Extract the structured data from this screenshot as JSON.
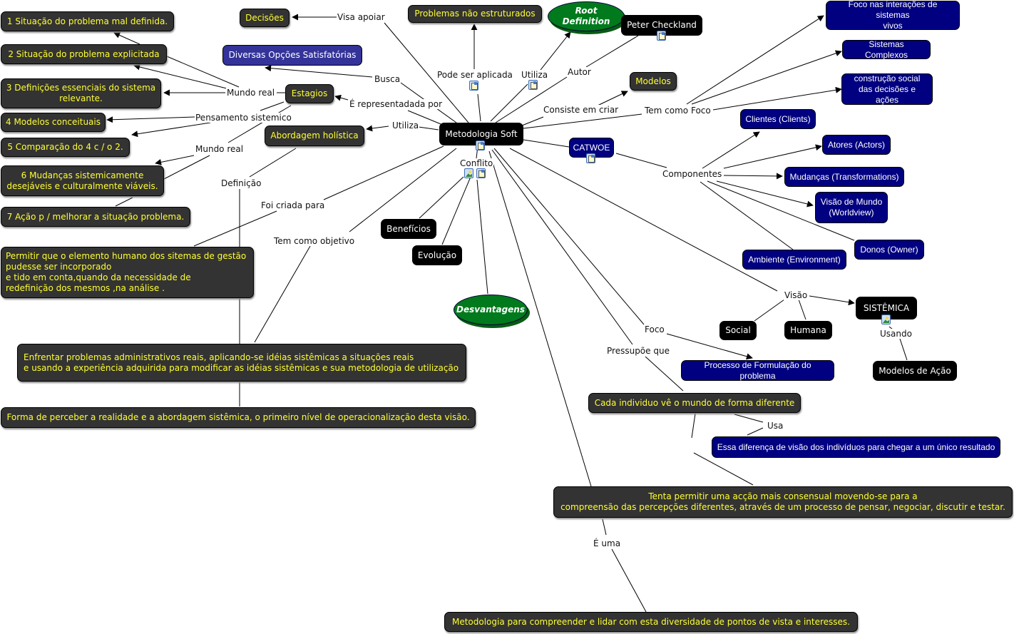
{
  "map_title": "Metodologia Soft",
  "nodes": {
    "s1": "1 Situação do problema mal definida.",
    "s2": "2  Situação do problema explicitada",
    "s3": "3 Definições essenciais do sistema\nrelevante.",
    "s4": "4 Modelos conceituais",
    "s5": "5 Comparação do 4 c / o 2.",
    "s6": "6 Mudanças sistemicamente\ndesejáveis e culturalmente viáveis.",
    "s7": "7 Ação p / melhorar a situação problema.",
    "decisoes": "Decisões",
    "diversas": "Diversas Opções Satisfatórias",
    "estagios": "Estagios",
    "abordagem": "Abordagem holística",
    "problemas": "Problemas  não estruturados",
    "root": "Root Definition",
    "peter": "Peter Checkland",
    "modelos": "Modelos",
    "metodologia": "Metodologia Soft",
    "catwoe": "CATWOE",
    "foco_interacoes": "Foco nas interações de sistemas\nvivos",
    "sistemas_complexos": "Sistemas Complexos",
    "construcao": "construção social\ndas decisões e ações",
    "clientes": "Clientes (Clients)",
    "atores": "Atores (Actors)",
    "mudancas": "Mudanças (Transformations)",
    "visao_mundo": "Visão de Mundo\n(Worldview)",
    "donos": "Donos (Owner)",
    "ambiente": "Ambiente (Environment)",
    "beneficios": "Benefícios",
    "evolucao": "Evolução",
    "desvantagens": "Desvantagens",
    "permitir": "Permitir que o elemento humano dos sitemas de gestão\npudesse ser incorporado\ne tido em conta,quando da necessidade de\nredefinição dos mesmos ,na análise .",
    "enfrentar": "Enfrentar problemas administrativos reais, aplicando-se idéias sistêmicas a situações reais\n e usando a experiência adquirida para modificar as idéias sistêmicas e sua metodologia de utilização",
    "forma": "Forma de perceber a realidade e a abordagem sistêmica, o primeiro nível de operacionalização desta visão.",
    "sistemica": "SISTÊMICA",
    "social": "Social",
    "humana": "Humana",
    "modelos_acao": "Modelos de Ação",
    "processo": "Processo de Formulação do problema",
    "cada": "Cada individuo vê o mundo de forma diferente",
    "essa": "Essa diferença de visão dos indivíduos para  chegar a um único resultado",
    "tenta": "Tenta permitir uma acção mais consensual movendo-se para a\ncompreensão das percepções diferentes, através de um processo de pensar, negociar, discutir e testar.",
    "metodologia_para": "Metodologia para compreender e lidar com esta diversidade de pontos de vista e interesses."
  },
  "links": {
    "visa_apoiar": "Visa apoiar",
    "busca": "Busca",
    "mundo_real_1": "Mundo real",
    "pensamento": "Pensamento sistemico",
    "mundo_real_2": "Mundo real",
    "representada": "É representadada por",
    "utiliza_1": "Utiliza",
    "definicao": "Definição",
    "foi_criada": "Foi criada para",
    "tem_objetivo": "Tem como objetivo",
    "pode_ser": "Pode ser aplicada",
    "utiliza_2": "Utiliza",
    "autor": "Autor",
    "consiste": "Consiste em criar",
    "tem_foco": "Tem como Foco",
    "componentes": "Componentes",
    "conflito": "Conflito",
    "visao": "Visão",
    "usando": "Usando",
    "foco": "Foco",
    "pressupoe": "Pressupõe que",
    "usa": "Usa",
    "e_uma": "É uma"
  },
  "resources": {
    "doc": "document-resource-icon",
    "img": "image-resource-icon"
  },
  "colors": {
    "gray_node": "#333333",
    "gray_text": "#ffff33",
    "blue_node": "#000080",
    "blue_alt": "#333399",
    "black_node": "#000000",
    "oval": "#007a1c"
  }
}
